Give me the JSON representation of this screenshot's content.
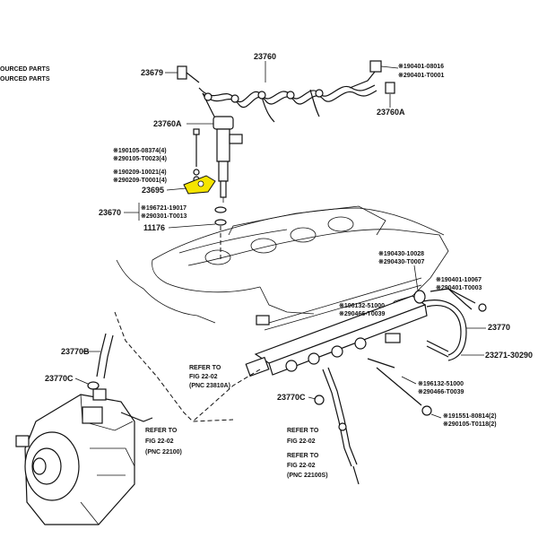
{
  "side_notes": [
    "OURCED PARTS",
    "OURCED PARTS"
  ],
  "highlight_color": "#f5e400",
  "labels": {
    "p23760": "23760",
    "p23679": "23679",
    "p23760A_left": "23760A",
    "p23760A_right": "23760A",
    "p23695": "23695",
    "p23670": "23670",
    "p11176": "11176",
    "p23770B": "23770B",
    "p23770C_left": "23770C",
    "p23770C_mid": "23770C",
    "p23770": "23770",
    "p23271": "23271-30290"
  },
  "notes": {
    "top_right": [
      "※190401-08016",
      "※290401-T0001"
    ],
    "inj_1": [
      "※190105-08374(4)",
      "※290105-T0023(4)"
    ],
    "inj_2": [
      "※190209-10021(4)",
      "※290209-T0001(4)"
    ],
    "inj_3": [
      "※196721-19017",
      "※290301-T0013"
    ],
    "rail_1": [
      "※190430-10028",
      "※290430-T0007"
    ],
    "rail_2": [
      "※190401-10067",
      "※290401-T0003"
    ],
    "rail_3": [
      "※196132-51000",
      "※290466-T0039"
    ],
    "rail_4": [
      "※196132-51000",
      "※290466-T0039"
    ],
    "rail_5": [
      "※191551-80814(2)",
      "※290105-T0118(2)"
    ]
  },
  "refs": {
    "r1": [
      "REFER TO",
      "FIG 22-02",
      "(PNC 23810A)"
    ],
    "r2": [
      "REFER TO",
      "FIG 22-02",
      "(PNC 22100)"
    ],
    "r3": [
      "REFER TO",
      "FIG 22-02"
    ],
    "r4": [
      "REFER TO",
      "FIG 22-02",
      "(PNC 22100S)"
    ]
  }
}
